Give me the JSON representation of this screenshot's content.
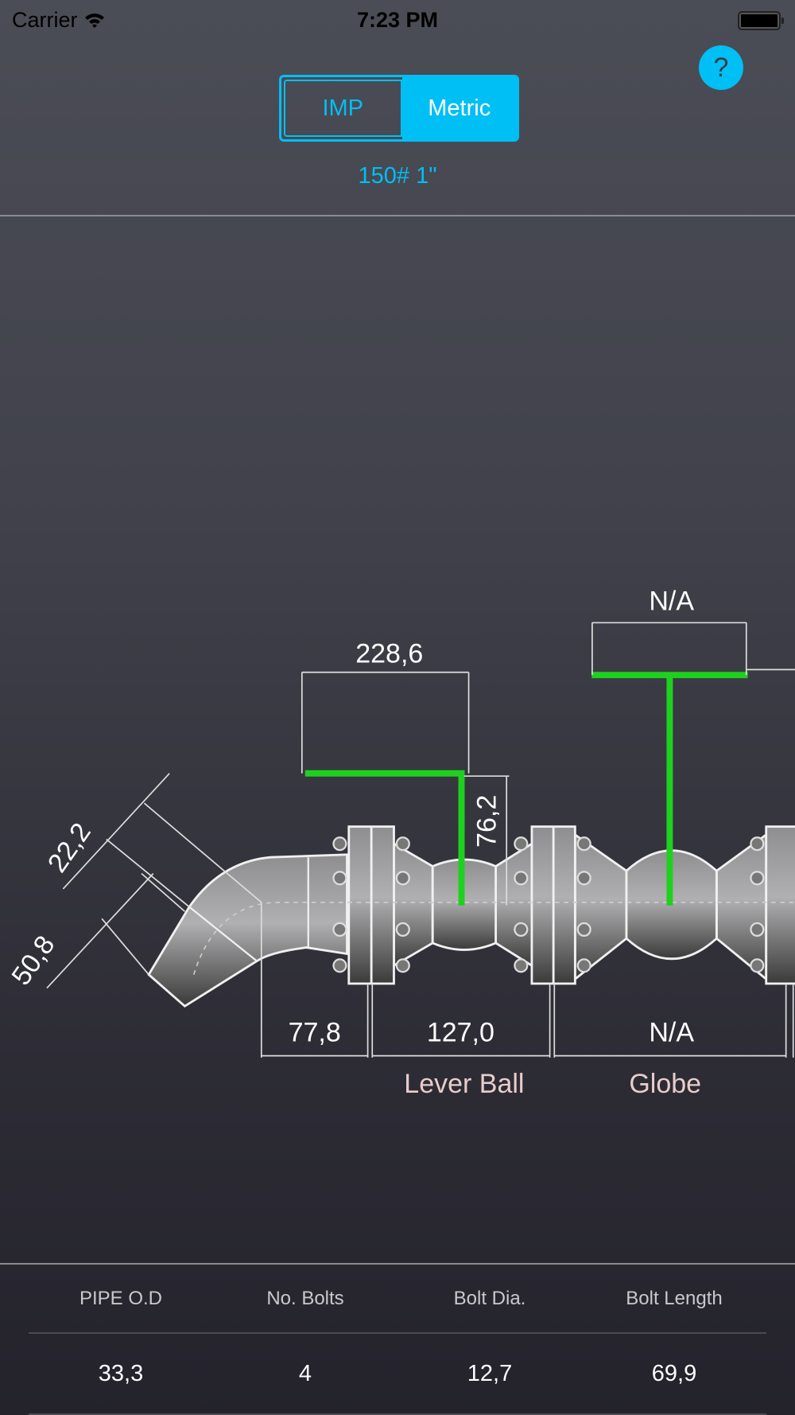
{
  "status_bar": {
    "carrier": "Carrier",
    "time": "7:23 PM"
  },
  "units": {
    "options": [
      "IMP",
      "Metric"
    ],
    "selected": "Metric"
  },
  "help_label": "?",
  "size_label": "150# 1\"",
  "diagram": {
    "lever_handle_length": "228,6",
    "lever_handle_height": "76,2",
    "globe_handwheel": "N/A",
    "elbow_dim_1": "22,2",
    "elbow_dim_2": "50,8",
    "elbow_length": "77,8",
    "lever_ball_length": "127,0",
    "globe_length": "N/A",
    "lever_ball_label": "Lever Ball",
    "globe_label": "Globe"
  },
  "table": {
    "headers": [
      "PIPE O.D",
      "No. Bolts",
      "Bolt Dia.",
      "Bolt Length"
    ],
    "values": [
      "33,3",
      "4",
      "12,7",
      "69,9"
    ]
  },
  "colors": {
    "accent": "#00bff5",
    "handle": "#1fd11f"
  }
}
